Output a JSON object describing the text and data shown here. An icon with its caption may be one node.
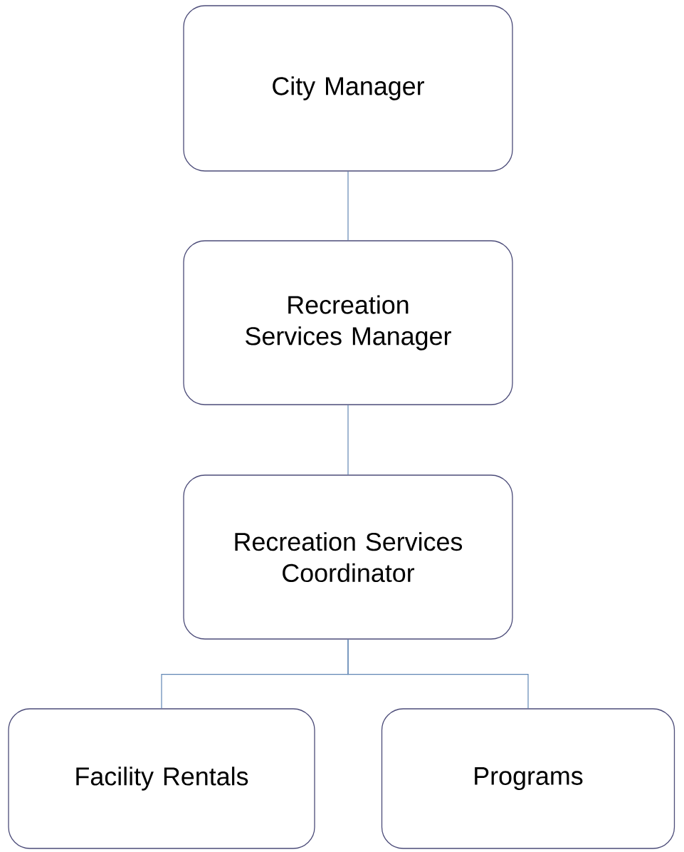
{
  "diagram": {
    "nodes": [
      {
        "text": [
          "City Manager"
        ]
      },
      {
        "text": [
          "Recreation Services Manager"
        ]
      },
      {
        "text": [
          "Recreation Services Coordinator"
        ]
      },
      {
        "text": [
          "Facility Rentals"
        ]
      },
      {
        "text": [
          "Programs"
        ]
      }
    ],
    "edges": [
      {
        "from": 0,
        "to": 1,
        "arrow": "none"
      },
      {
        "from": 1,
        "to": 2,
        "arrow": "none"
      },
      {
        "from": 2,
        "to": 3,
        "arrow": "none"
      },
      {
        "from": 2,
        "to": 4,
        "arrow": "none"
      }
    ]
  }
}
